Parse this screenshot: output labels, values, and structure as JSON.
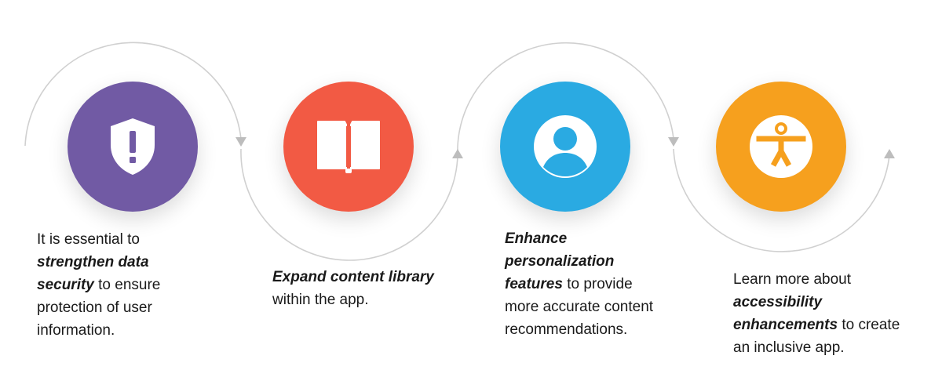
{
  "colors": {
    "step1": "#715aa4",
    "step2": "#f25a44",
    "step3": "#2aaae2",
    "step4": "#f6a01e",
    "arc": "#d0d0d0",
    "arrow": "#bdbdbd"
  },
  "steps": [
    {
      "icon": "shield-exclamation-icon",
      "pre": "It is essential to ",
      "bold": "strengthen data security",
      "post": " to ensure protection of user information."
    },
    {
      "icon": "open-book-icon",
      "pre": "",
      "bold": "Expand content library",
      "post": " within the app."
    },
    {
      "icon": "user-profile-icon",
      "pre": "",
      "bold": "Enhance personalization features",
      "post": " to provide more accurate content recommendations."
    },
    {
      "icon": "accessibility-icon",
      "pre": "Learn more about ",
      "bold": "accessibility enhancements",
      "post": " to create an inclusive app."
    }
  ]
}
